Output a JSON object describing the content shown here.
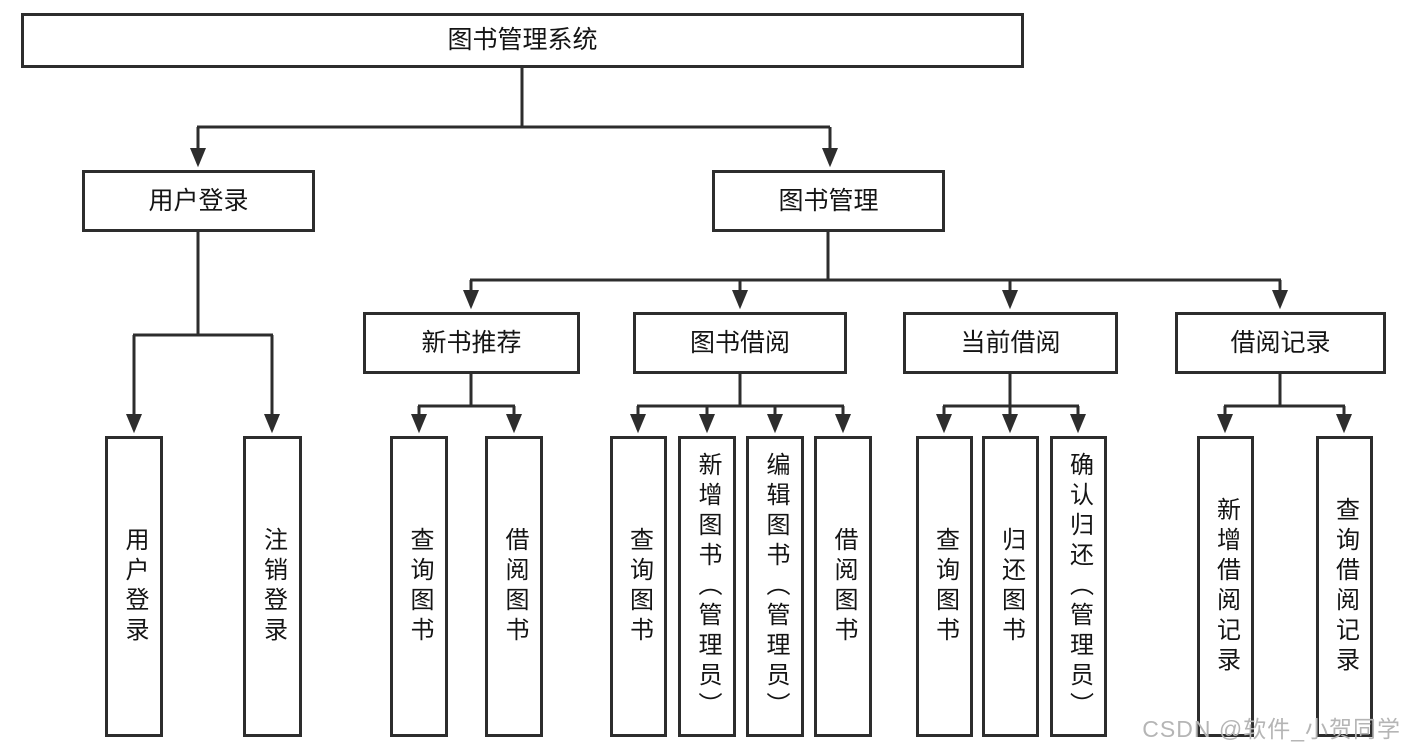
{
  "tree": {
    "root": {
      "label": "图书管理系统"
    },
    "user_login": {
      "label": "用户登录",
      "children": [
        {
          "label": "用户登录"
        },
        {
          "label": "注销登录"
        }
      ]
    },
    "book_management": {
      "label": "图书管理",
      "groups": [
        {
          "label": "新书推荐",
          "children": [
            {
              "label": "查询图书"
            },
            {
              "label": "借阅图书"
            }
          ]
        },
        {
          "label": "图书借阅",
          "children": [
            {
              "label": "查询图书"
            },
            {
              "label": "新增图书（管理员）"
            },
            {
              "label": "编辑图书（管理员）"
            },
            {
              "label": "借阅图书"
            }
          ]
        },
        {
          "label": "当前借阅",
          "children": [
            {
              "label": "查询图书"
            },
            {
              "label": "归还图书"
            },
            {
              "label": "确认归还（管理员）"
            }
          ]
        },
        {
          "label": "借阅记录",
          "children": [
            {
              "label": "新增借阅记录"
            },
            {
              "label": "查询借阅记录"
            }
          ]
        }
      ]
    }
  },
  "watermark": "CSDN @软件_小贺同学",
  "colors": {
    "line": "#2d2d2d",
    "text": "#141414",
    "watermark": "#b5b5b5",
    "background": "#ffffff"
  }
}
